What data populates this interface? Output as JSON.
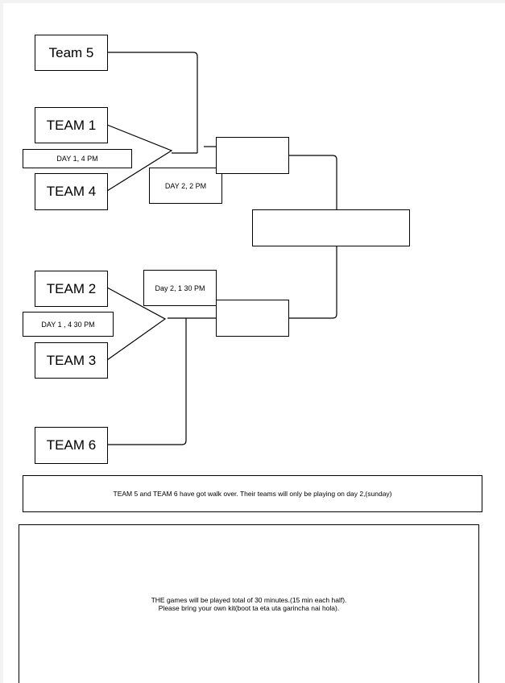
{
  "teams": {
    "team5": "Team 5",
    "team1": "TEAM 1",
    "team4": "TEAM 4",
    "team2": "TEAM 2",
    "team3": "TEAM 3",
    "team6": "TEAM 6"
  },
  "schedule": {
    "day1_match1": "DAY 1, 4 PM",
    "day1_match2": "DAY 1 , 4 30 PM",
    "day2_match1": "DAY 2, 2 PM",
    "day2_match2": "Day 2, 1 30 PM"
  },
  "bracket": {
    "semifinal_top": "",
    "semifinal_bottom": "",
    "final": ""
  },
  "notes": {
    "walkover": "TEAM 5 and TEAM 6 have got walk over. Their teams will only be playing on day 2,(sunday)",
    "rules_line1": "THE games will be played  total of 30 minutes.(15 min each half).",
    "rules_line2": "Please bring your own kit(boot ta eta uta garincha nai hola)."
  }
}
